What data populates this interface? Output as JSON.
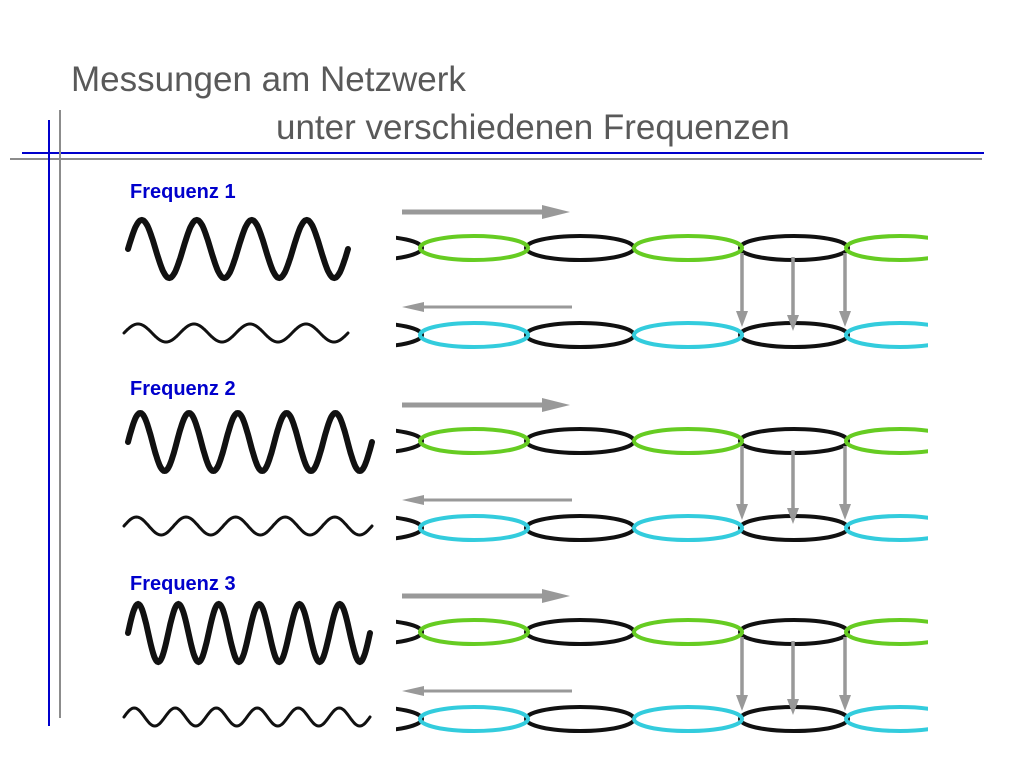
{
  "slide": {
    "title_line1": "Messungen am Netzwerk",
    "title_line2": "unter verschiedenen Frequenzen"
  },
  "panels": [
    {
      "label": "Frequenz 1",
      "cycles": 4
    },
    {
      "label": "Frequenz 2",
      "cycles": 5
    },
    {
      "label": "Frequenz 3",
      "cycles": 6
    }
  ],
  "colors": {
    "title": "#595959",
    "label": "#0000cc",
    "rule_blue": "#0000cc",
    "rule_gray": "#8c8c8c",
    "arrow": "#999999",
    "link_black": "#111111",
    "link_green": "#66cc22",
    "link_cyan": "#33ccdd",
    "wave": "#111111"
  }
}
